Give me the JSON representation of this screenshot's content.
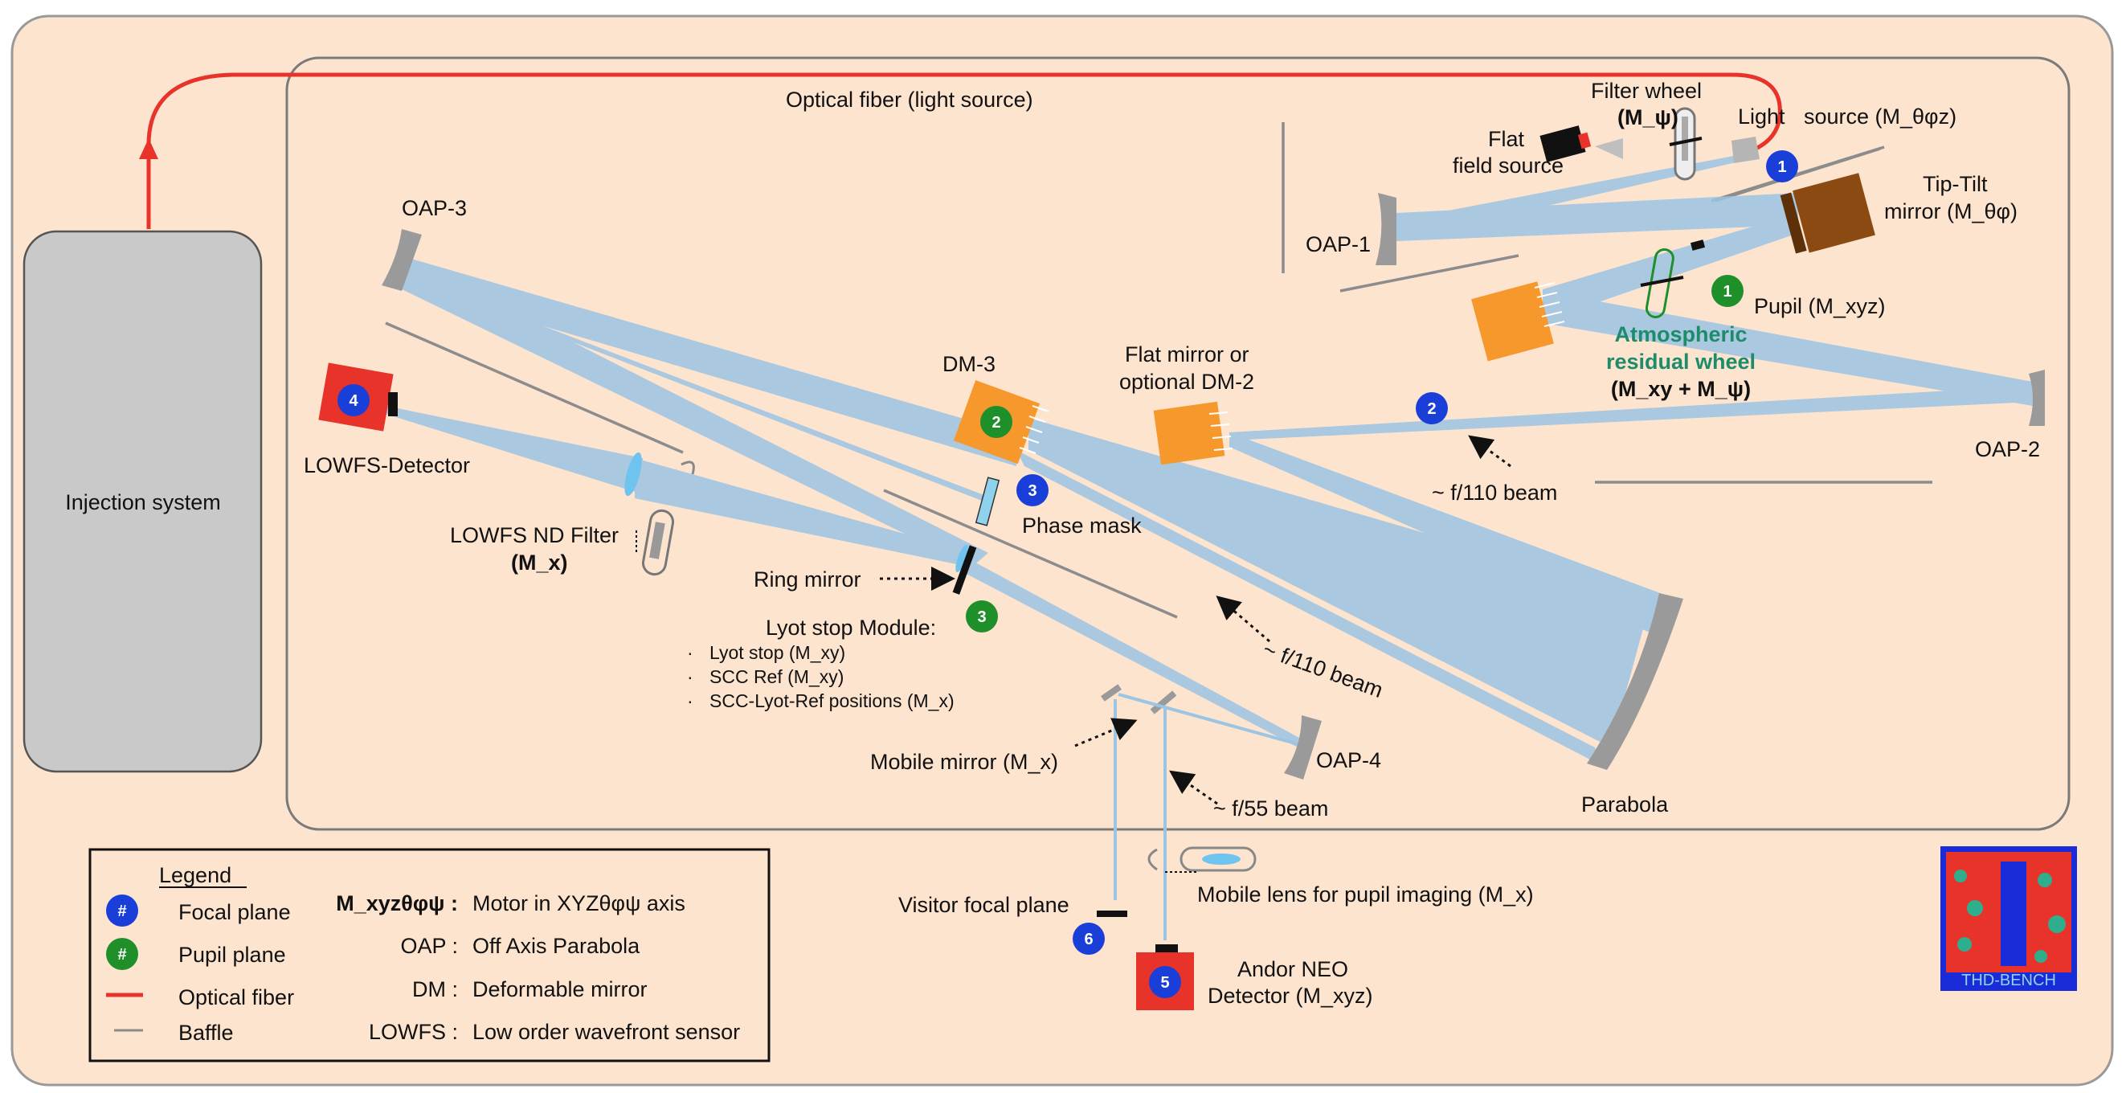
{
  "labels": {
    "optical_fiber": "Optical fiber (light source)",
    "injection": "Injection system",
    "filter_wheel_1": "Filter wheel",
    "filter_wheel_2": "(M_ψ)",
    "light_source_a": "Light",
    "light_source_b": "source (M_θφz)",
    "flat_field_1": "Flat",
    "flat_field_2": "field source",
    "oap1": "OAP-1",
    "tip_tilt_1": "Tip-Tilt",
    "tip_tilt_2": "mirror (M_θφ)",
    "pupil": "Pupil (M_xyz)",
    "atm_1": "Atmospheric",
    "atm_2": "residual wheel",
    "atm_3": "(M_xy + M_ψ)",
    "oap2": "OAP-2",
    "f110_top": "~ f/110 beam",
    "flat_mirror_1": "Flat mirror or",
    "flat_mirror_2": "optional DM-2",
    "dm3": "DM-3",
    "oap3": "OAP-3",
    "lowfs_det": "LOWFS-Detector",
    "lowfs_nd_1": "LOWFS ND Filter",
    "lowfs_nd_2": "(M_x)",
    "phase_mask": "Phase mask",
    "ring_mirror": "Ring mirror",
    "lyot_module": "Lyot stop Module:",
    "lyot_items": [
      "Lyot stop (M_xy)",
      "SCC Ref (M_xy)",
      "SCC-Lyot-Ref positions (M_x)"
    ],
    "f110_mid": "~ f/110 beam",
    "mobile_mirror": "Mobile mirror (M_x)",
    "oap4": "OAP-4",
    "f55": "~ f/55 beam",
    "parabola": "Parabola",
    "mobile_lens": "Mobile lens for pupil imaging (M_x)",
    "visitor": "Visitor focal plane",
    "andor_1": "Andor NEO",
    "andor_2": "Detector (M_xyz)",
    "logo": "THD-BENCH"
  },
  "markers": {
    "focal_1": "1",
    "focal_2": "2",
    "focal_3": "3",
    "focal_4": "4",
    "focal_5": "5",
    "focal_6": "6",
    "pupil_1": "1",
    "pupil_2": "2",
    "pupil_3": "3",
    "legend_symbol": "#"
  },
  "legend": {
    "title": "Legend",
    "focal": "Focal plane",
    "pupil": "Pupil plane",
    "fiber": "Optical fiber",
    "baffle": "Baffle",
    "abbrev_keys": [
      "M_xyzθφψ :",
      "OAP :",
      "DM :",
      "LOWFS :"
    ],
    "abbrev_vals": [
      "Motor in XYZθφψ axis",
      "Off Axis Parabola",
      "Deformable mirror",
      "Low order wavefront sensor"
    ]
  },
  "colors": {
    "background": "#fde4cf",
    "beam": "#9cc4e4",
    "fiber": "#e8332a",
    "focal_marker": "#1a3fd9",
    "pupil_marker": "#1f8f2a",
    "atmospheric_text": "#1c8c6a",
    "dm_orange": "#f7982c",
    "detector_red": "#e8332a",
    "tip_tilt_brown": "#8b4a12",
    "mirror_gray": "#9a9a9a",
    "injection_gray": "#c9c9c9"
  }
}
